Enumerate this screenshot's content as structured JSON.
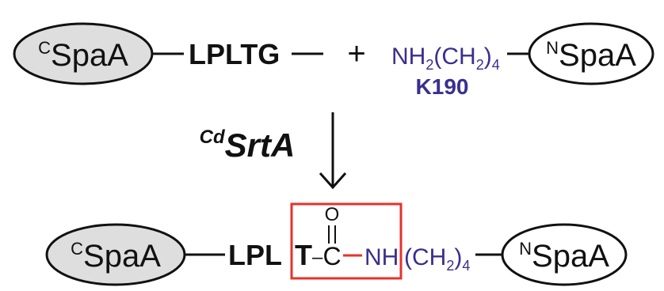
{
  "colors": {
    "ink": "#111111",
    "lysine": "#3a2f8f",
    "box": "#e8312b",
    "shaded_fill": "#dedede",
    "plain_fill": "#ffffff"
  },
  "top": {
    "c_domain": {
      "sup": "C",
      "label": "SpaA"
    },
    "motif": "LPLTG",
    "plus": "+",
    "amine": {
      "a": "NH",
      "s1": "2",
      "b": "(CH",
      "s2": "2",
      "c": ")",
      "s3": "4"
    },
    "residue": "K190",
    "n_domain": {
      "sup": "N",
      "label": "SpaA"
    }
  },
  "enzyme": {
    "sup": "Cd",
    "label": "SrtA"
  },
  "bottom": {
    "c_domain": {
      "sup": "C",
      "label": "SpaA"
    },
    "motif": "LPL",
    "thr": "T",
    "dash": "–",
    "carbon": "C",
    "oxygen": "O",
    "nh": "NH",
    "chain": {
      "a": "(CH",
      "s1": "2",
      "b": ")",
      "s2": "4"
    },
    "n_domain": {
      "sup": "N",
      "label": "SpaA"
    }
  }
}
